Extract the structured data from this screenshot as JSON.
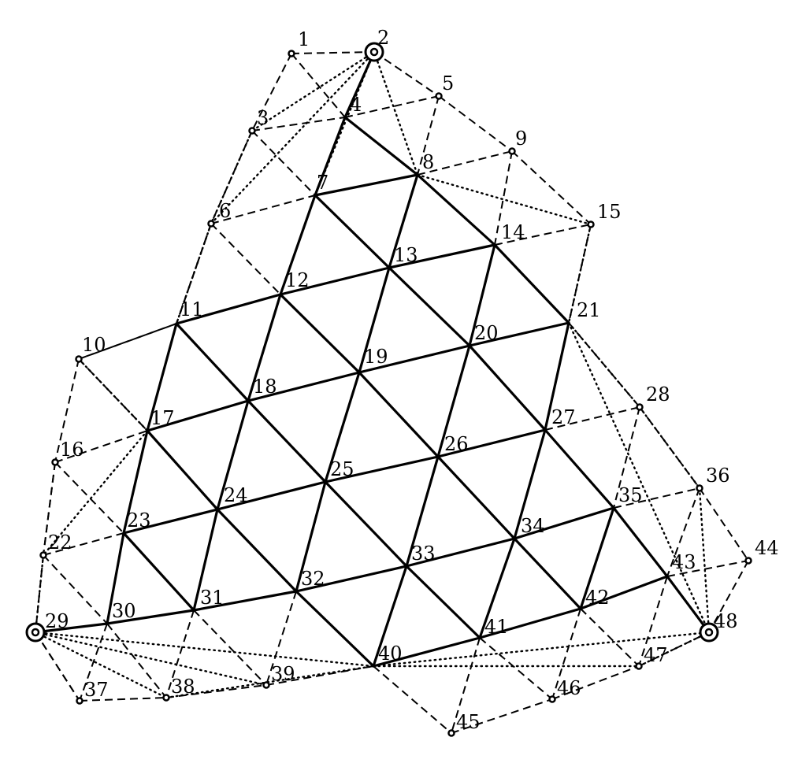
{
  "labels": {
    "n1": "1",
    "n2": "2",
    "n3": "3",
    "n4": "4",
    "n5": "5",
    "n6": "6",
    "n7": "7",
    "n8": "8",
    "n9": "9",
    "n10": "10",
    "n11": "11",
    "n12": "12",
    "n13": "13",
    "n14": "14",
    "n15": "15",
    "n16": "16",
    "n17": "17",
    "n18": "18",
    "n19": "19",
    "n20": "20",
    "n21": "21",
    "n22": "22",
    "n23": "23",
    "n24": "24",
    "n25": "25",
    "n26": "26",
    "n27": "27",
    "n28": "28",
    "n29": "29",
    "n30": "30",
    "n31": "31",
    "n32": "32",
    "n33": "33",
    "n34": "34",
    "n35": "35",
    "n36": "36",
    "n37": "37",
    "n38": "38",
    "n39": "39",
    "n40": "40",
    "n41": "41",
    "n42": "42",
    "n43": "43",
    "n44": "44",
    "n45": "45",
    "n46": "46",
    "n47": "47",
    "n48": "48"
  },
  "anchors": [
    "2",
    "29",
    "48"
  ],
  "edges": {
    "solid": [
      [
        "2",
        "4"
      ],
      [
        "4",
        "7"
      ],
      [
        "7",
        "12"
      ],
      [
        "12",
        "18"
      ],
      [
        "18",
        "24"
      ],
      [
        "24",
        "31"
      ],
      [
        "4",
        "8"
      ],
      [
        "8",
        "14"
      ],
      [
        "14",
        "21"
      ],
      [
        "21",
        "27"
      ],
      [
        "27",
        "35"
      ],
      [
        "35",
        "43"
      ],
      [
        "43",
        "48"
      ],
      [
        "11",
        "17"
      ],
      [
        "17",
        "23"
      ],
      [
        "23",
        "30"
      ],
      [
        "30",
        "29"
      ],
      [
        "7",
        "8"
      ],
      [
        "11",
        "12"
      ],
      [
        "12",
        "13"
      ],
      [
        "13",
        "14"
      ],
      [
        "17",
        "18"
      ],
      [
        "18",
        "19"
      ],
      [
        "19",
        "20"
      ],
      [
        "20",
        "21"
      ],
      [
        "23",
        "24"
      ],
      [
        "24",
        "25"
      ],
      [
        "25",
        "26"
      ],
      [
        "26",
        "27"
      ],
      [
        "30",
        "31"
      ],
      [
        "31",
        "32"
      ],
      [
        "32",
        "33"
      ],
      [
        "33",
        "34"
      ],
      [
        "34",
        "35"
      ],
      [
        "40",
        "41"
      ],
      [
        "41",
        "42"
      ],
      [
        "42",
        "43"
      ],
      [
        "7",
        "13"
      ],
      [
        "13",
        "20"
      ],
      [
        "20",
        "27"
      ],
      [
        "11",
        "18"
      ],
      [
        "18",
        "25"
      ],
      [
        "25",
        "33"
      ],
      [
        "33",
        "41"
      ],
      [
        "17",
        "24"
      ],
      [
        "24",
        "32"
      ],
      [
        "32",
        "40"
      ],
      [
        "23",
        "31"
      ],
      [
        "12",
        "19"
      ],
      [
        "19",
        "26"
      ],
      [
        "26",
        "34"
      ],
      [
        "34",
        "42"
      ],
      [
        "8",
        "13"
      ],
      [
        "13",
        "19"
      ],
      [
        "19",
        "25"
      ],
      [
        "25",
        "32"
      ],
      [
        "14",
        "20"
      ],
      [
        "20",
        "26"
      ],
      [
        "26",
        "33"
      ],
      [
        "33",
        "40"
      ],
      [
        "27",
        "34"
      ],
      [
        "34",
        "41"
      ],
      [
        "35",
        "42"
      ]
    ],
    "dashed": [
      [
        "1",
        "2"
      ],
      [
        "2",
        "5"
      ],
      [
        "5",
        "9"
      ],
      [
        "9",
        "15"
      ],
      [
        "15",
        "21"
      ],
      [
        "21",
        "28"
      ],
      [
        "28",
        "36"
      ],
      [
        "36",
        "44"
      ],
      [
        "44",
        "48"
      ],
      [
        "1",
        "3"
      ],
      [
        "3",
        "6"
      ],
      [
        "6",
        "11"
      ],
      [
        "11",
        "10"
      ],
      [
        "10",
        "16"
      ],
      [
        "16",
        "22"
      ],
      [
        "22",
        "29"
      ],
      [
        "29",
        "37"
      ],
      [
        "37",
        "38"
      ],
      [
        "38",
        "39"
      ],
      [
        "39",
        "40"
      ],
      [
        "40",
        "45"
      ],
      [
        "45",
        "46"
      ],
      [
        "46",
        "47"
      ],
      [
        "47",
        "48"
      ]
    ],
    "fine_dashed": [
      [
        "3",
        "4"
      ],
      [
        "4",
        "5"
      ],
      [
        "6",
        "7"
      ],
      [
        "7",
        "8"
      ],
      [
        "8",
        "9"
      ],
      [
        "10",
        "11"
      ],
      [
        "14",
        "15"
      ],
      [
        "16",
        "17"
      ],
      [
        "22",
        "23"
      ],
      [
        "27",
        "28"
      ],
      [
        "35",
        "36"
      ],
      [
        "43",
        "44"
      ],
      [
        "1",
        "4"
      ],
      [
        "3",
        "7"
      ],
      [
        "6",
        "12"
      ],
      [
        "10",
        "17"
      ],
      [
        "16",
        "23"
      ],
      [
        "22",
        "30"
      ],
      [
        "5",
        "8"
      ],
      [
        "9",
        "14"
      ],
      [
        "28",
        "35"
      ],
      [
        "36",
        "43"
      ],
      [
        "29",
        "37"
      ],
      [
        "30",
        "37"
      ],
      [
        "30",
        "38"
      ],
      [
        "31",
        "38"
      ],
      [
        "31",
        "39"
      ],
      [
        "32",
        "39"
      ],
      [
        "41",
        "45"
      ],
      [
        "41",
        "46"
      ],
      [
        "42",
        "46"
      ],
      [
        "42",
        "47"
      ],
      [
        "43",
        "47"
      ],
      [
        "6",
        "11"
      ],
      [
        "16",
        "22"
      ]
    ],
    "dotted": [
      [
        "2",
        "3"
      ],
      [
        "3",
        "6"
      ],
      [
        "2",
        "8"
      ],
      [
        "8",
        "15"
      ],
      [
        "2",
        "6"
      ],
      [
        "6",
        "11"
      ],
      [
        "11",
        "17"
      ],
      [
        "17",
        "22"
      ],
      [
        "22",
        "29"
      ],
      [
        "29",
        "38"
      ],
      [
        "38",
        "40"
      ],
      [
        "29",
        "40"
      ],
      [
        "14",
        "21"
      ],
      [
        "21",
        "28"
      ],
      [
        "28",
        "36"
      ],
      [
        "36",
        "48"
      ],
      [
        "21",
        "48"
      ],
      [
        "40",
        "47"
      ],
      [
        "47",
        "48"
      ],
      [
        "40",
        "48"
      ],
      [
        "2",
        "7"
      ],
      [
        "15",
        "21"
      ],
      [
        "10",
        "17"
      ],
      [
        "29",
        "39"
      ]
    ]
  }
}
